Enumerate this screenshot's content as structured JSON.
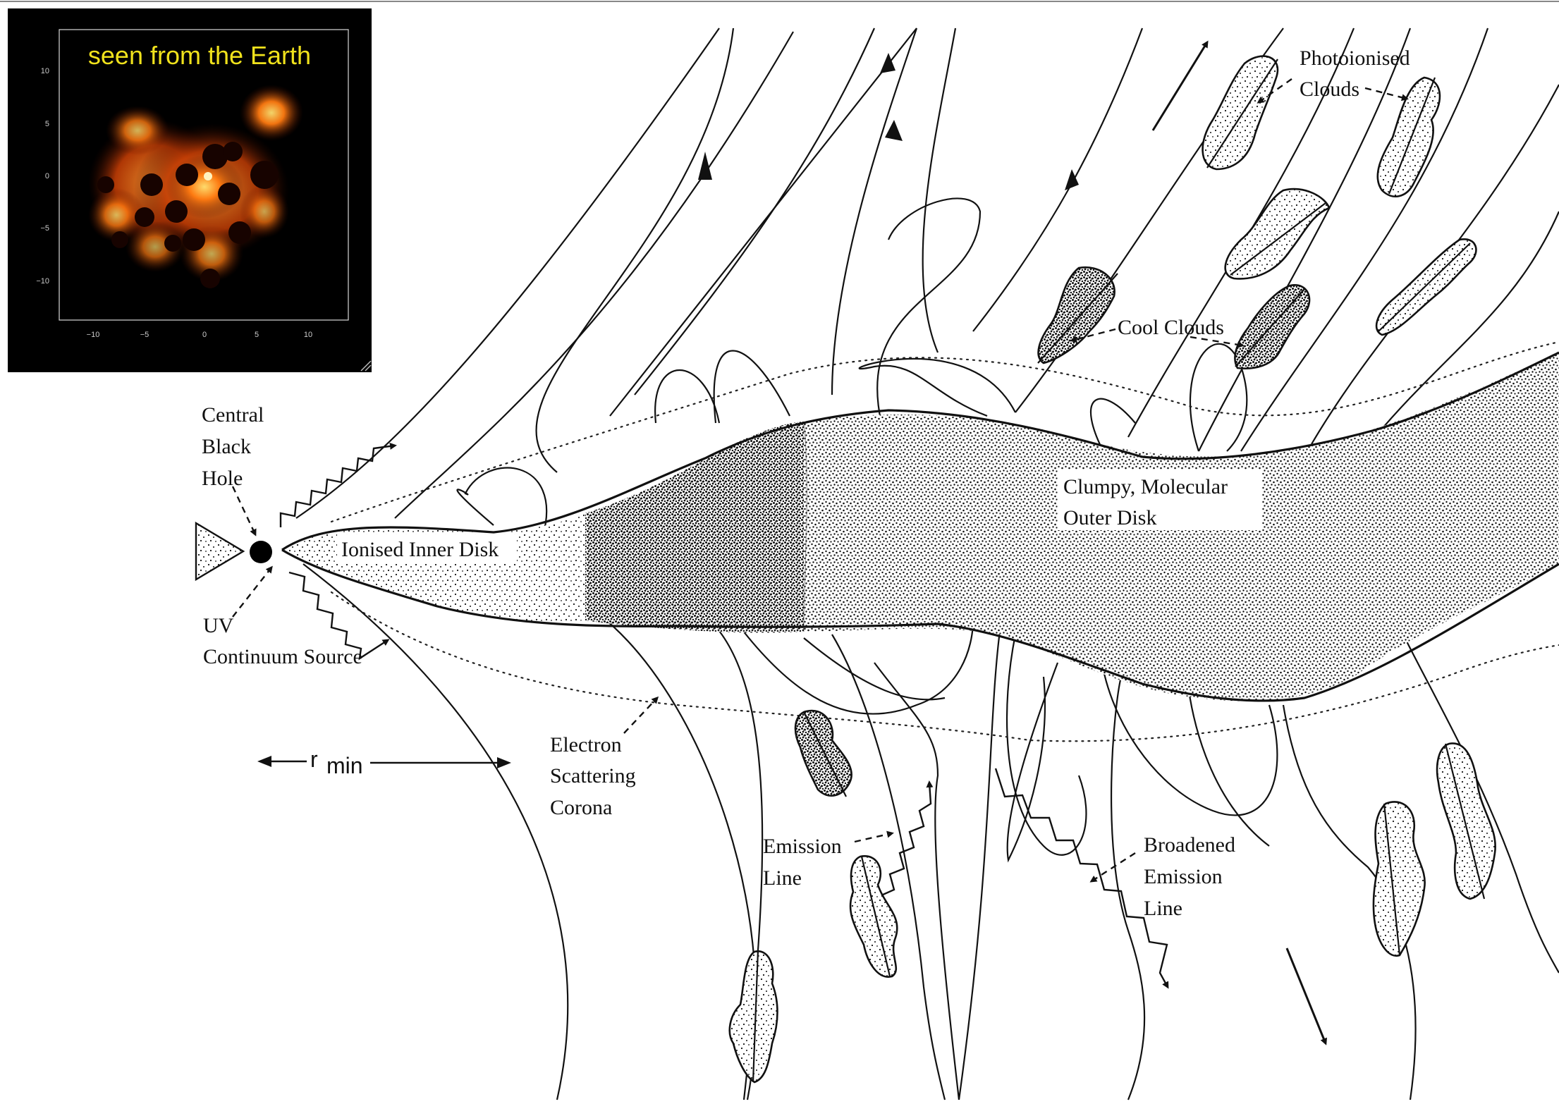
{
  "inset": {
    "title": "seen from the Earth",
    "x_ticks": [
      "−10",
      "−5",
      "0",
      "5",
      "10"
    ],
    "y_ticks": [
      "10",
      "5",
      "0",
      "−5",
      "−10"
    ],
    "colors": {
      "background": "#000000",
      "title": "#f0e21c",
      "glow": "#ff7a10"
    }
  },
  "labels": {
    "central_black_hole": [
      "Central",
      "Black",
      "Hole"
    ],
    "uv_source": [
      "UV",
      "Continuum Source"
    ],
    "ionised_inner_disk": "Ionised Inner Disk",
    "clumpy_outer_disk": [
      "Clumpy, Molecular",
      "Outer Disk"
    ],
    "photoionised_clouds": [
      "Photoionised",
      "Clouds"
    ],
    "cool_clouds": "Cool Clouds",
    "electron_corona": [
      "Electron",
      "Scattering",
      "Corona"
    ],
    "r_min_r": "r",
    "r_min_sub": "min",
    "emission_line": [
      "Emission",
      "Line"
    ],
    "broadened_emission_line": [
      "Broadened",
      "Emission",
      "Line"
    ]
  }
}
